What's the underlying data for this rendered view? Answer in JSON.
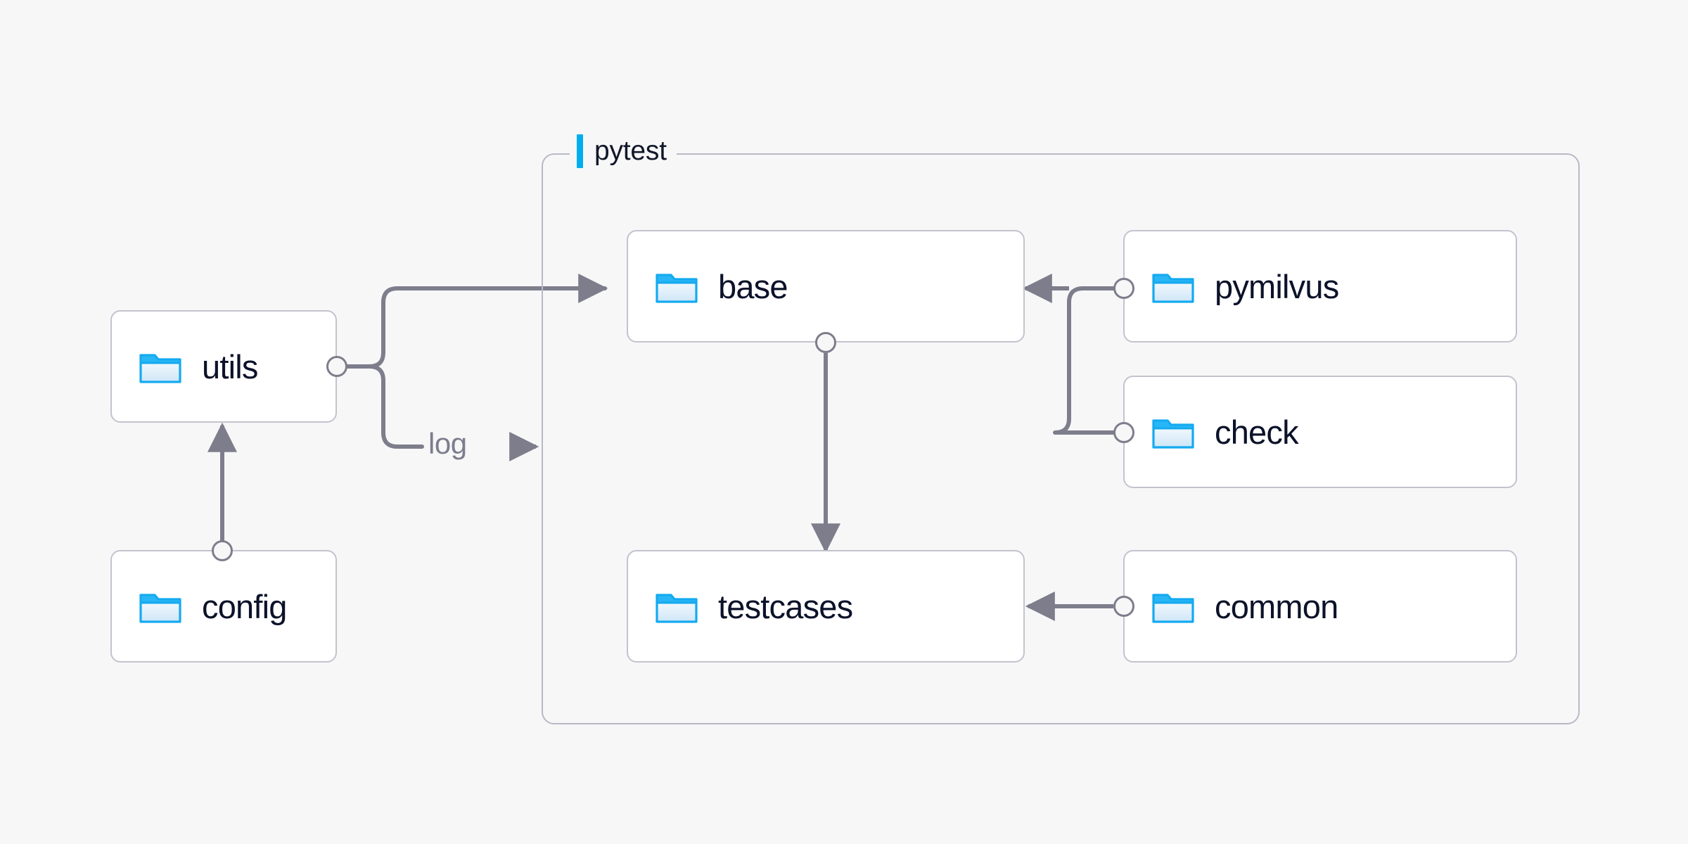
{
  "theme": {
    "background": "#f7f7f8",
    "node_fill": "#ffffff",
    "node_border": "#c3c3cf",
    "group_border": "#b9b9c6",
    "edge_stroke": "#7d7d8c",
    "port_stroke": "#7d7d8c",
    "label_text": "#0b1229",
    "edge_label_text": "#7d7d8c",
    "accent": "#00aeef",
    "folder_outline": "#14aaf0",
    "folder_fill": "#eaf4fc"
  },
  "group": {
    "label": "pytest",
    "accent_color": "#00aeef"
  },
  "nodes": [
    {
      "id": "utils",
      "label": "utils",
      "icon": "folder-icon"
    },
    {
      "id": "config",
      "label": "config",
      "icon": "folder-icon"
    },
    {
      "id": "base",
      "label": "base",
      "icon": "folder-icon"
    },
    {
      "id": "testcases",
      "label": "testcases",
      "icon": "folder-icon"
    },
    {
      "id": "pymilvus",
      "label": "pymilvus",
      "icon": "folder-icon"
    },
    {
      "id": "check",
      "label": "check",
      "icon": "folder-icon"
    },
    {
      "id": "common",
      "label": "common",
      "icon": "folder-icon"
    }
  ],
  "edges": [
    {
      "id": "config-utils",
      "from": "config",
      "to": "utils",
      "label": ""
    },
    {
      "id": "utils-base",
      "from": "utils",
      "to": "base",
      "label": ""
    },
    {
      "id": "utils-pytest-log",
      "from": "utils",
      "to": "pytest",
      "label": "log"
    },
    {
      "id": "base-testcases",
      "from": "base",
      "to": "testcases",
      "label": ""
    },
    {
      "id": "pymilvus-base",
      "from": "pymilvus",
      "to": "base",
      "label": ""
    },
    {
      "id": "check-base",
      "from": "check",
      "to": "base",
      "label": ""
    },
    {
      "id": "common-testcases",
      "from": "common",
      "to": "testcases",
      "label": ""
    }
  ],
  "edge_labels": {
    "log": "log"
  }
}
